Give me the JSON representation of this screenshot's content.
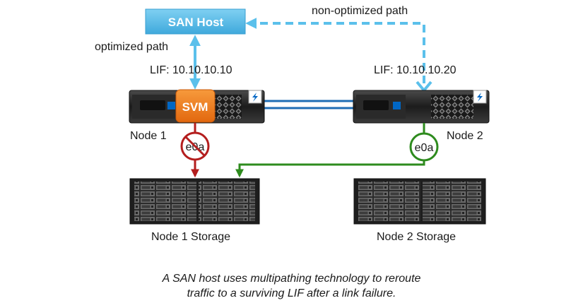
{
  "san_host": {
    "label": "SAN Host",
    "color": "#5bc0eb"
  },
  "paths": {
    "optimized_label": "optimized path",
    "non_optimized_label": "non-optimized path",
    "color": "#5bc0eb"
  },
  "lif": {
    "node1": "LIF: 10.10.10.10",
    "node2": "LIF: 10.10.10.20"
  },
  "svm": {
    "label": "SVM",
    "color": "#f07e1b"
  },
  "nodes": {
    "node1": {
      "label": "Node 1",
      "port": "e0a",
      "port_status": "failed",
      "status_color": "#b41e1e"
    },
    "node2": {
      "label": "Node 2",
      "port": "e0a",
      "port_status": "ok",
      "status_color": "#2e8b1e"
    }
  },
  "interconnect_color": "#1f6db5",
  "storage": {
    "node1": "Node 1 Storage",
    "node2": "Node 2 Storage"
  },
  "caption": {
    "line1": "A SAN host uses multipathing technology to reroute",
    "line2": "traffic to a surviving LIF after a link failure."
  }
}
